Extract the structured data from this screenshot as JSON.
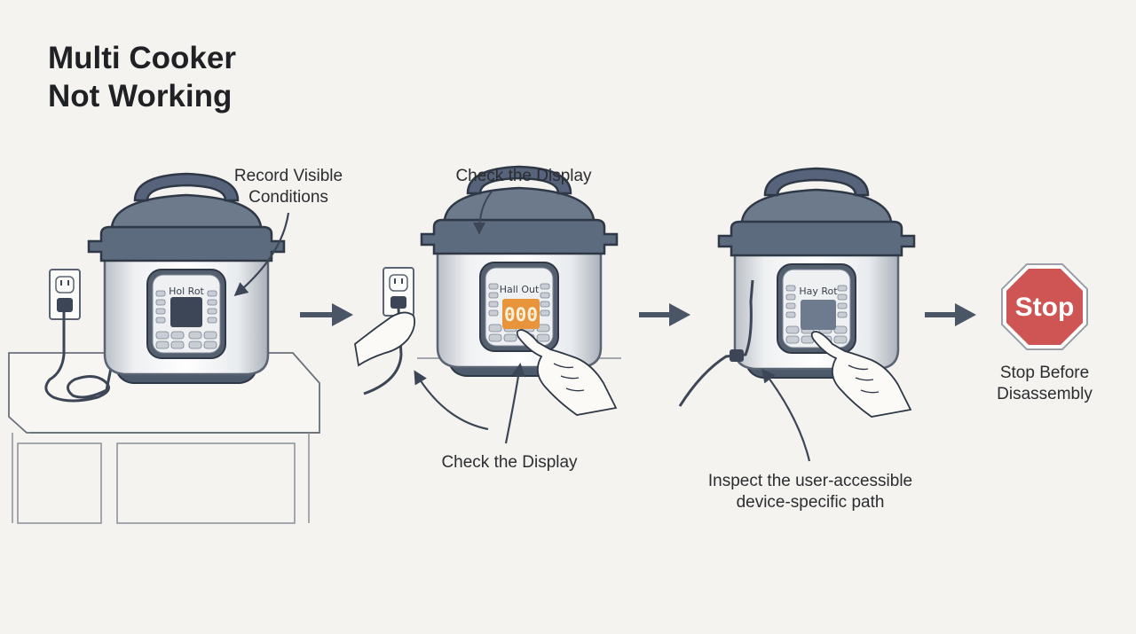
{
  "title": {
    "line1": "Multi Cooker",
    "line2": "Not Working"
  },
  "steps": [
    {
      "label_lines": [
        "Record Visible",
        "Conditions"
      ],
      "brand": "Hol Rot"
    },
    {
      "label_top": "Check the Display",
      "label_bottom": "Check the Display",
      "brand": "Hall Out",
      "display": "000"
    },
    {
      "label_lines": [
        "Inspect the user-accessible",
        "device-specific path"
      ],
      "brand": "Hay Rot"
    }
  ],
  "stop": {
    "sign_text": "Stop",
    "caption_lines": [
      "Stop Before",
      "Disassembly"
    ]
  },
  "colors": {
    "cooker_lid": "#5d6b7e",
    "cooker_dark": "#3c4656",
    "steel": "#e4e7ea",
    "display_amber": "#e8943a",
    "display_blue": "#6e7b8f",
    "stop_red": "#cf5554",
    "arrow": "#4a5566",
    "background": "#f4f3ef"
  },
  "icons": [
    "arrow-right-icon",
    "wall-outlet-icon",
    "stop-sign-icon",
    "pointing-hand-icon"
  ]
}
